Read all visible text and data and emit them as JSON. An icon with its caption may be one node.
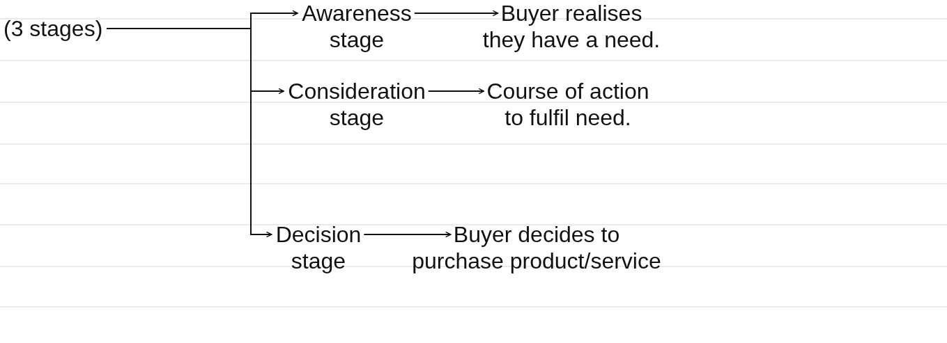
{
  "diagram": {
    "nodes": [
      {
        "text": [
          "(3 stages)"
        ]
      },
      {
        "text": [
          "Awareness stage"
        ]
      },
      {
        "text": [
          "Buyer realises they have a need."
        ]
      },
      {
        "text": [
          "Consideration stage"
        ]
      },
      {
        "text": [
          "Course of action to fulfil need."
        ]
      },
      {
        "text": [
          "Decision stage"
        ]
      },
      {
        "text": [
          "Buyer decides to purchase product/service"
        ]
      }
    ],
    "edges": [
      {
        "from": 0,
        "to": 1,
        "arrow": "to"
      },
      {
        "from": 0,
        "to": 3,
        "arrow": "to"
      },
      {
        "from": 0,
        "to": 5,
        "arrow": "to"
      },
      {
        "from": 1,
        "to": 2,
        "arrow": "to"
      },
      {
        "from": 3,
        "to": 4,
        "arrow": "to"
      },
      {
        "from": 5,
        "to": 6,
        "arrow": "to"
      }
    ]
  }
}
